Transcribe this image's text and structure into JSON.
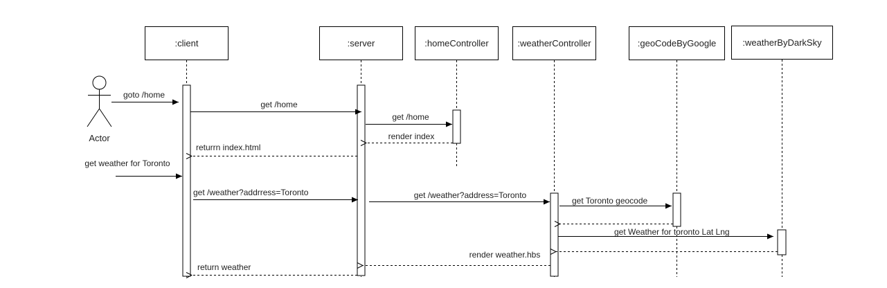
{
  "participants": [
    {
      "id": "client",
      "label": ":client"
    },
    {
      "id": "server",
      "label": ":server"
    },
    {
      "id": "homeController",
      "label": ":homeController"
    },
    {
      "id": "weatherController",
      "label": ":weatherController"
    },
    {
      "id": "geoCodeByGoogle",
      "label": ":geoCodeByGoogle"
    },
    {
      "id": "weatherByDarkSky",
      "label": ":weatherByDarkSky"
    }
  ],
  "actor": {
    "label": "Actor"
  },
  "messages": [
    {
      "id": "goto-home",
      "label": "goto /home",
      "type": "sync"
    },
    {
      "id": "get-home-server",
      "label": "get /home",
      "type": "sync"
    },
    {
      "id": "get-home-controller",
      "label": "get /home",
      "type": "sync"
    },
    {
      "id": "render-index",
      "label": "render index",
      "type": "return"
    },
    {
      "id": "returrn-index",
      "label": "returrn index.html",
      "type": "return"
    },
    {
      "id": "get-weather-toronto",
      "label": "get weather for Toronto",
      "type": "sync"
    },
    {
      "id": "get-weather-addrress",
      "label": "get /weather?addrress=Toronto",
      "type": "sync"
    },
    {
      "id": "get-weather-address",
      "label": "get /weather?address=Toronto",
      "type": "sync"
    },
    {
      "id": "get-toronto-geocode",
      "label": "get Toronto geocode",
      "type": "sync"
    },
    {
      "id": "geocode-return",
      "label": "",
      "type": "return"
    },
    {
      "id": "get-weather-latlng",
      "label": "get Weather for toronto Lat Lng",
      "type": "sync"
    },
    {
      "id": "darksky-return",
      "label": "",
      "type": "return"
    },
    {
      "id": "render-weather",
      "label": "render weather.hbs",
      "type": "return"
    },
    {
      "id": "return-weather",
      "label": "return weather",
      "type": "return"
    }
  ]
}
